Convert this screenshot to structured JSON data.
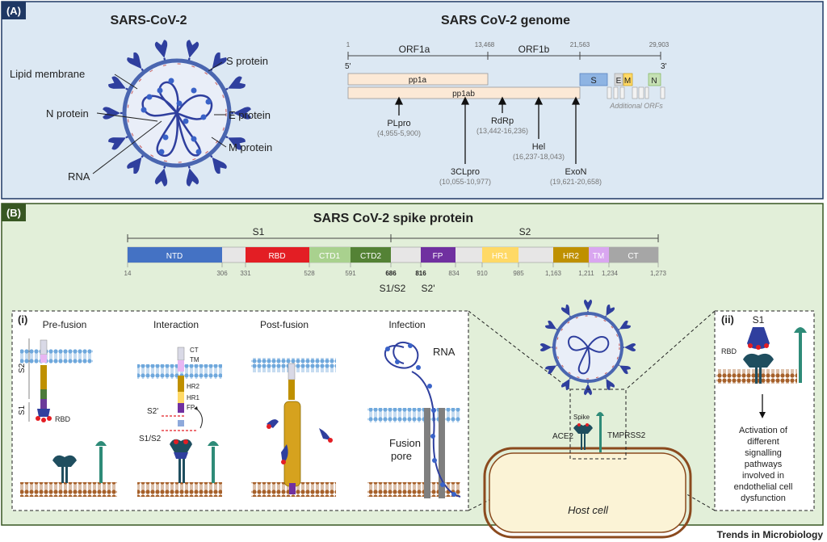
{
  "panelA": {
    "tag": "(A)",
    "virus_title": "SARS-CoV-2",
    "genome_title": "SARS CoV-2 genome",
    "virus_labels": {
      "lipid": "Lipid membrane",
      "n_protein": "N protein",
      "rna": "RNA",
      "s_protein": "S protein",
      "e_protein": "E protein",
      "m_protein": "M protein"
    },
    "genome": {
      "pos1": "1",
      "pos2": "13,468",
      "pos3": "21,563",
      "pos4": "29,903",
      "five": "5'",
      "three": "3'",
      "orf1a": "ORF1a",
      "orf1b": "ORF1b",
      "pp1a": "pp1a",
      "pp1ab": "pp1ab",
      "s": "S",
      "e": "E",
      "m": "M",
      "n": "N",
      "additional": "Additional ORFs"
    },
    "proteins": [
      {
        "name": "PLpro",
        "range": "(4,955-5,900)"
      },
      {
        "name": "RdRp",
        "range": "(13,442-16,236)"
      },
      {
        "name": "Hel",
        "range": "(16,237-18,043)"
      },
      {
        "name": "3CLpro",
        "range": "(10,055-10,977)"
      },
      {
        "name": "ExoN",
        "range": "(19,621-20,658)"
      }
    ]
  },
  "panelB": {
    "tag": "(B)",
    "title": "SARS CoV-2 spike protein",
    "s1": "S1",
    "s2": "S2",
    "domains": [
      {
        "name": "NTD",
        "color": "#4472C4"
      },
      {
        "name": "RBD",
        "color": "#E31E24"
      },
      {
        "name": "CTD1",
        "color": "#A9D18E"
      },
      {
        "name": "CTD2",
        "color": "#548235"
      },
      {
        "name": "FP",
        "color": "#7030A0"
      },
      {
        "name": "HR1",
        "color": "#FFD966"
      },
      {
        "name": "HR2",
        "color": "#BF9000"
      },
      {
        "name": "TM",
        "color": "#D9A6F0"
      },
      {
        "name": "CT",
        "color": "#A6A6A6"
      }
    ],
    "ticks": [
      "14",
      "306",
      "331",
      "528",
      "591",
      "686",
      "816",
      "834",
      "910",
      "985",
      "1,163",
      "1,211",
      "1,234",
      "1,273"
    ],
    "cleavage": {
      "s1s2": "S1/S2",
      "s2p": "S2'"
    },
    "sub_i": {
      "tag": "(i)",
      "stages": [
        "Pre-fusion",
        "Interaction",
        "Post-fusion",
        "Infection"
      ],
      "labels": {
        "s2": "S2",
        "s1": "S1",
        "rbd": "RBD",
        "ct": "CT",
        "tm": "TM",
        "hr2": "HR2",
        "hr1": "HR1",
        "fp": "FP",
        "s2p": "S2'",
        "s1s2": "S1/S2",
        "rna": "RNA",
        "fusion": "Fusion",
        "pore": "pore"
      }
    },
    "center": {
      "ace2": "ACE2",
      "spike": "Spike",
      "tmprss2": "TMPRSS2",
      "host": "Host cell"
    },
    "sub_ii": {
      "tag": "(ii)",
      "s1": "S1",
      "rbd": "RBD",
      "text_lines": [
        "Activation of",
        "different",
        "signalling",
        "pathways",
        "involved in",
        "endothelial cell",
        "dysfunction"
      ]
    }
  },
  "footer": {
    "journal": "Trends in Microbiology"
  }
}
